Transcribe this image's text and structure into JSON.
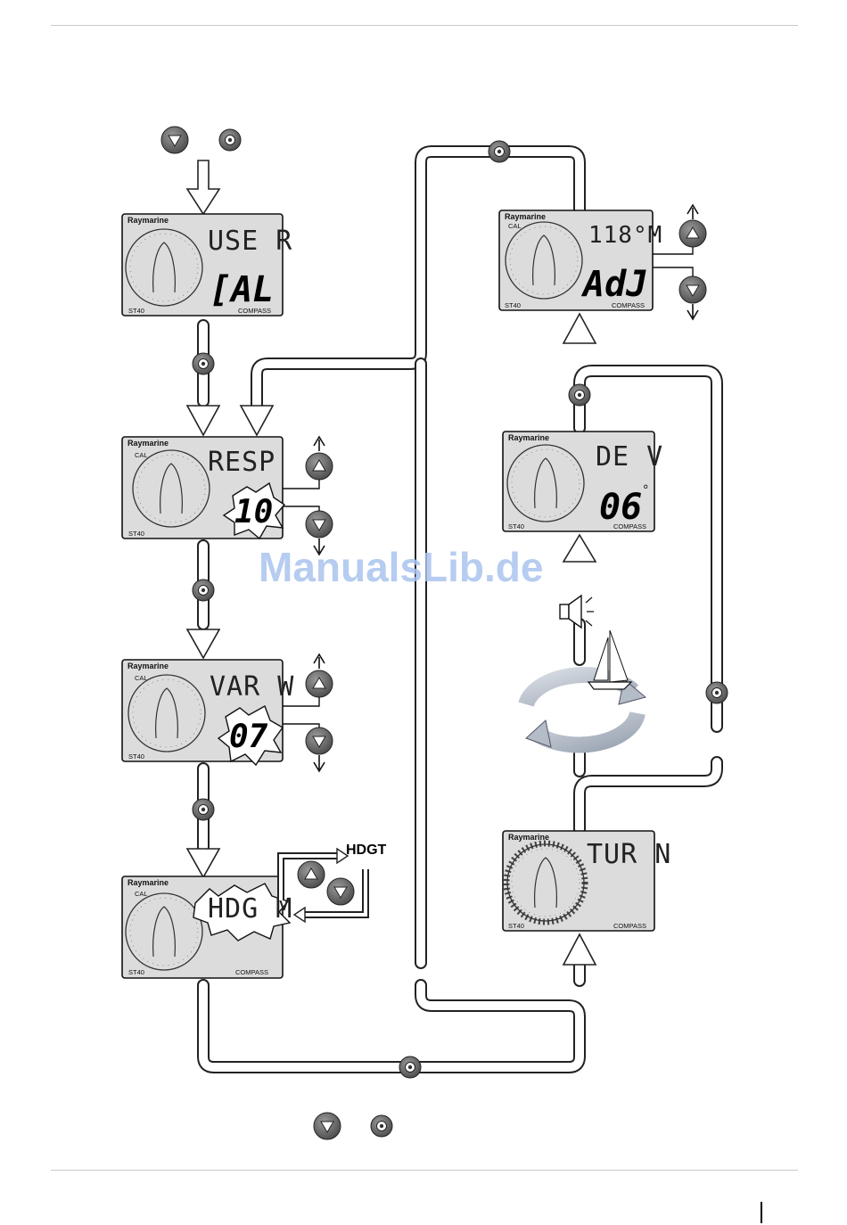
{
  "brand": "Raymarine",
  "model": "ST40",
  "instrument": "COMPASS",
  "cal_flag": "CAL",
  "watermark": "ManualsLib.de",
  "screens": {
    "user_cal": {
      "top": "USE R",
      "bottom": "[AL"
    },
    "resp": {
      "top": "RESP",
      "value": "10"
    },
    "varw": {
      "top": "VAR W",
      "value": "07"
    },
    "hdgm": {
      "top": "HDG M"
    },
    "adj": {
      "top": "118°M",
      "bottom": "AdJ"
    },
    "dev": {
      "top": "DE V",
      "value": "06",
      "unit": "°"
    },
    "turn": {
      "top": "TUR N"
    }
  },
  "hdgt_label": "HDGT",
  "buttons": {
    "up": "up-arrow",
    "down": "down-arrow",
    "disp": "disp-dot"
  }
}
